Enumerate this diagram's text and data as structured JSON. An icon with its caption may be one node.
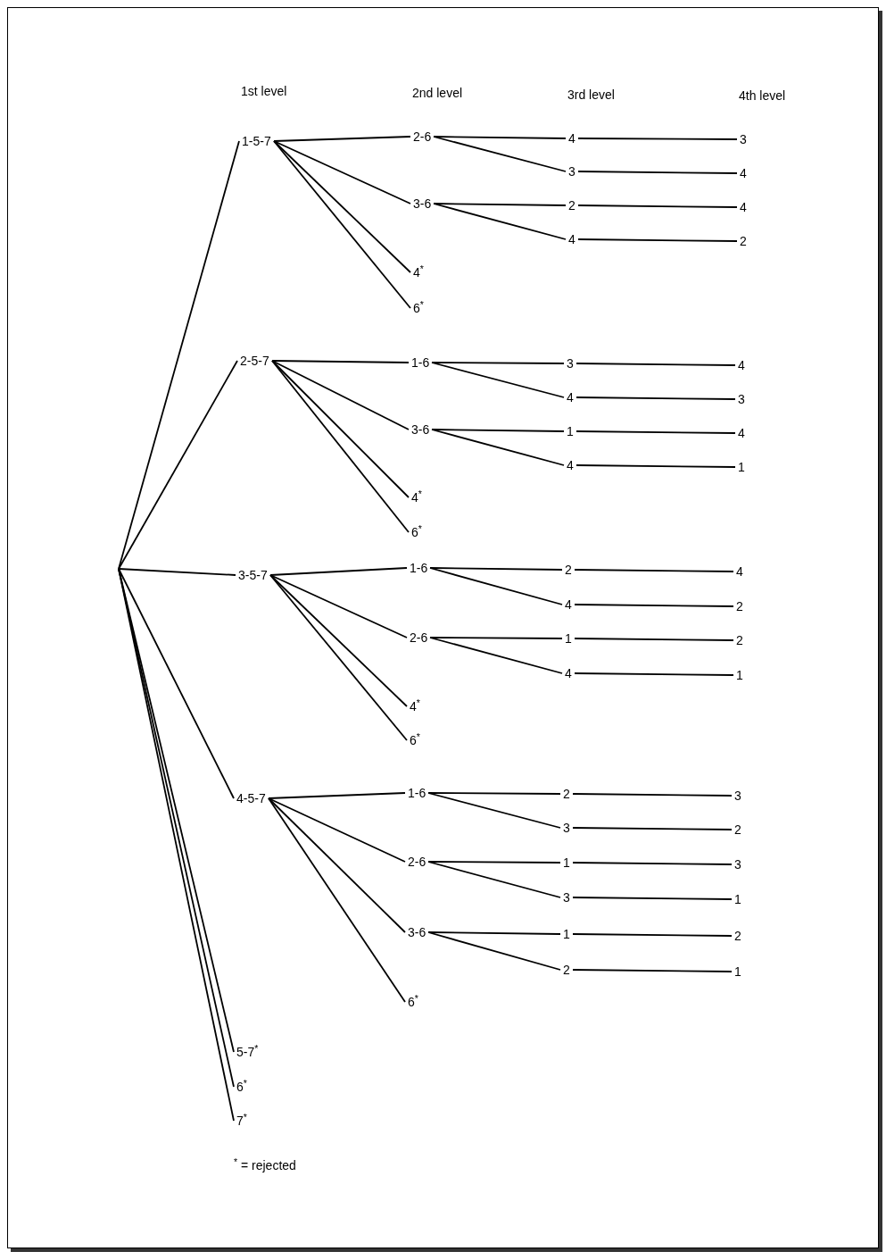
{
  "diagram": {
    "nodes": [
      {
        "text": [
          "1-5-7"
        ]
      },
      {
        "text": [
          "2-6"
        ]
      },
      {
        "text": [
          "4"
        ]
      },
      {
        "text": [
          "3"
        ]
      },
      {
        "text": [
          "3"
        ]
      },
      {
        "text": [
          "4"
        ]
      },
      {
        "text": [
          "3-6"
        ]
      },
      {
        "text": [
          "2"
        ]
      },
      {
        "text": [
          "4"
        ]
      },
      {
        "text": [
          "4"
        ]
      },
      {
        "text": [
          "2"
        ]
      },
      {
        "text": [
          "4$^{*}$"
        ]
      },
      {
        "text": [
          "6$^{*}$"
        ]
      },
      {
        "text": [
          "2-5-7"
        ]
      },
      {
        "text": [
          "1-6"
        ]
      },
      {
        "text": [
          "3"
        ]
      },
      {
        "text": [
          "4"
        ]
      },
      {
        "text": [
          "4"
        ]
      },
      {
        "text": [
          "3"
        ]
      },
      {
        "text": [
          "3-6"
        ]
      },
      {
        "text": [
          "1"
        ]
      },
      {
        "text": [
          "4"
        ]
      },
      {
        "text": [
          "4"
        ]
      },
      {
        "text": [
          "1"
        ]
      },
      {
        "text": [
          "4$^{*}$"
        ]
      },
      {
        "text": [
          "6$^{*}$"
        ]
      },
      {
        "text": [
          "3-5-7"
        ]
      },
      {
        "text": [
          "1-6"
        ]
      },
      {
        "text": [
          "2"
        ]
      },
      {
        "text": [
          "4"
        ]
      },
      {
        "text": [
          "4"
        ]
      },
      {
        "text": [
          "2"
        ]
      },
      {
        "text": [
          "2-6"
        ]
      },
      {
        "text": [
          "1"
        ]
      },
      {
        "text": [
          "2"
        ]
      },
      {
        "text": [
          "4"
        ]
      },
      {
        "text": [
          "1"
        ]
      },
      {
        "text": [
          "4$^{*}$"
        ]
      },
      {
        "text": [
          "6$^{*}$"
        ]
      },
      {
        "text": [
          "4-5-7"
        ]
      },
      {
        "text": [
          "1-6"
        ]
      },
      {
        "text": [
          "2"
        ]
      },
      {
        "text": [
          "3"
        ]
      },
      {
        "text": [
          "3"
        ]
      },
      {
        "text": [
          "2"
        ]
      },
      {
        "text": [
          "2-6"
        ]
      },
      {
        "text": [
          "1"
        ]
      },
      {
        "text": [
          "3"
        ]
      },
      {
        "text": [
          "3"
        ]
      },
      {
        "text": [
          "1"
        ]
      },
      {
        "text": [
          "3-6"
        ]
      },
      {
        "text": [
          "1"
        ]
      },
      {
        "text": [
          "2"
        ]
      },
      {
        "text": [
          "2"
        ]
      },
      {
        "text": [
          "1"
        ]
      },
      {
        "text": [
          "6$^{*}$"
        ]
      },
      {
        "text": [
          "5-7$^{*}$"
        ]
      },
      {
        "text": [
          "6$^{*}$"
        ]
      },
      {
        "text": [
          "7$^{*}$"
        ]
      }
    ],
    "edges": [
      {
        "from": null,
        "to": 0,
        "arrow": "none"
      },
      {
        "from": null,
        "to": 13,
        "arrow": "none"
      },
      {
        "from": null,
        "to": 26,
        "arrow": "none"
      },
      {
        "from": null,
        "to": 39,
        "arrow": "none"
      },
      {
        "from": null,
        "to": 56,
        "arrow": "none"
      },
      {
        "from": null,
        "to": 57,
        "arrow": "none"
      },
      {
        "from": null,
        "to": 58,
        "arrow": "none"
      },
      {
        "from": 0,
        "to": 1,
        "arrow": "none"
      },
      {
        "from": 0,
        "to": 6,
        "arrow": "none"
      },
      {
        "from": 0,
        "to": 11,
        "arrow": "none"
      },
      {
        "from": 0,
        "to": 12,
        "arrow": "none"
      },
      {
        "from": 1,
        "to": 2,
        "arrow": "none"
      },
      {
        "from": 1,
        "to": 4,
        "arrow": "none"
      },
      {
        "from": 6,
        "to": 7,
        "arrow": "none"
      },
      {
        "from": 6,
        "to": 9,
        "arrow": "none"
      },
      {
        "from": 2,
        "to": 3,
        "arrow": "none"
      },
      {
        "from": 4,
        "to": 5,
        "arrow": "none"
      },
      {
        "from": 7,
        "to": 8,
        "arrow": "none"
      },
      {
        "from": 9,
        "to": 10,
        "arrow": "none"
      },
      {
        "from": 13,
        "to": 14,
        "arrow": "none"
      },
      {
        "from": 13,
        "to": 19,
        "arrow": "none"
      },
      {
        "from": 13,
        "to": 24,
        "arrow": "none"
      },
      {
        "from": 13,
        "to": 25,
        "arrow": "none"
      },
      {
        "from": 14,
        "to": 15,
        "arrow": "none"
      },
      {
        "from": 14,
        "to": 17,
        "arrow": "none"
      },
      {
        "from": 19,
        "to": 20,
        "arrow": "none"
      },
      {
        "from": 19,
        "to": 22,
        "arrow": "none"
      },
      {
        "from": 15,
        "to": 16,
        "arrow": "none"
      },
      {
        "from": 17,
        "to": 18,
        "arrow": "none"
      },
      {
        "from": 20,
        "to": 21,
        "arrow": "none"
      },
      {
        "from": 22,
        "to": 23,
        "arrow": "none"
      },
      {
        "from": 26,
        "to": 27,
        "arrow": "none"
      },
      {
        "from": 26,
        "to": 32,
        "arrow": "none"
      },
      {
        "from": 26,
        "to": 37,
        "arrow": "none"
      },
      {
        "from": 26,
        "to": 38,
        "arrow": "none"
      },
      {
        "from": 27,
        "to": 28,
        "arrow": "none"
      },
      {
        "from": 27,
        "to": 30,
        "arrow": "none"
      },
      {
        "from": 32,
        "to": 33,
        "arrow": "none"
      },
      {
        "from": 32,
        "to": 35,
        "arrow": "none"
      },
      {
        "from": 28,
        "to": 29,
        "arrow": "none"
      },
      {
        "from": 30,
        "to": 31,
        "arrow": "none"
      },
      {
        "from": 33,
        "to": 34,
        "arrow": "none"
      },
      {
        "from": 35,
        "to": 36,
        "arrow": "none"
      },
      {
        "from": 39,
        "to": 40,
        "arrow": "none"
      },
      {
        "from": 39,
        "to": 45,
        "arrow": "none"
      },
      {
        "from": 39,
        "to": 50,
        "arrow": "none"
      },
      {
        "from": 39,
        "to": 55,
        "arrow": "none"
      },
      {
        "from": 40,
        "to": 41,
        "arrow": "none"
      },
      {
        "from": 40,
        "to": 43,
        "arrow": "none"
      },
      {
        "from": 45,
        "to": 46,
        "arrow": "none"
      },
      {
        "from": 45,
        "to": 48,
        "arrow": "none"
      },
      {
        "from": 50,
        "to": 51,
        "arrow": "none"
      },
      {
        "from": 50,
        "to": 53,
        "arrow": "none"
      },
      {
        "from": 41,
        "to": 42,
        "arrow": "none"
      },
      {
        "from": 43,
        "to": 44,
        "arrow": "none"
      },
      {
        "from": 46,
        "to": 47,
        "arrow": "none"
      },
      {
        "from": 48,
        "to": 49,
        "arrow": "none"
      },
      {
        "from": 51,
        "to": 52,
        "arrow": "none"
      },
      {
        "from": 53,
        "to": 54,
        "arrow": "none"
      }
    ],
    "labels": [
      "1st level",
      "2nd level",
      "3rd level",
      "4th level",
      "$^{*}$ = rejected"
    ]
  }
}
